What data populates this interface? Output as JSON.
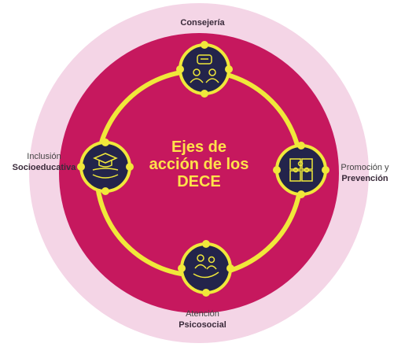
{
  "center": {
    "line1": "Ejes de",
    "line2": "acción de los",
    "line3": "DECE"
  },
  "axes": {
    "top": {
      "bold": "Consejería",
      "icon": "counseling-conversation-icon"
    },
    "left": {
      "line1": "Inclusión",
      "bold": "Socioeducativa",
      "icon": "graduation-hands-icon"
    },
    "right": {
      "line1": "Promoción y",
      "bold": "Prevención",
      "icon": "puzzle-icon"
    },
    "bottom": {
      "line1": "Atención",
      "bold": "Psicosocial",
      "icon": "people-care-hand-icon"
    }
  },
  "colors": {
    "outer_ring": "#f3d4e5",
    "inner_disc": "#c8185f",
    "ring_line": "#f2ea3c",
    "node_fill": "#23234a",
    "node_border": "#f2ea3c",
    "title": "#ffe24a"
  }
}
